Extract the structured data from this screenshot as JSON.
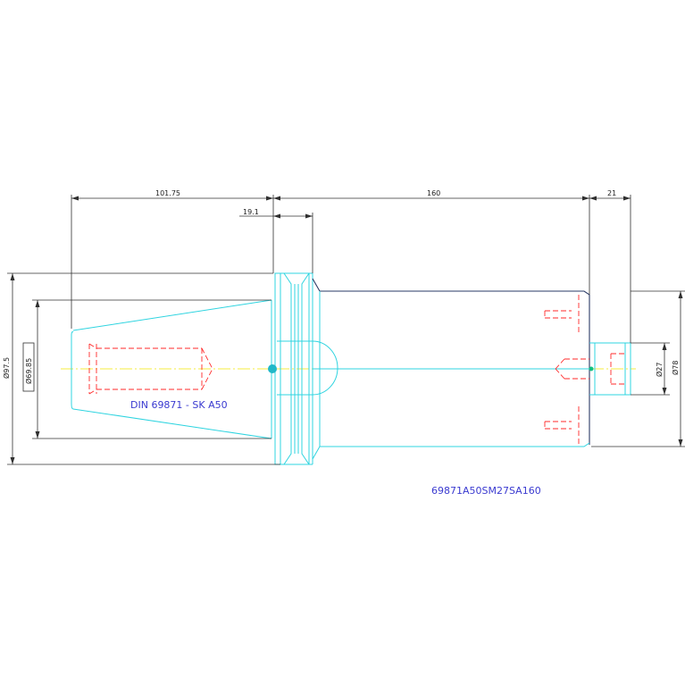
{
  "drawing": {
    "standard_label": "DIN 69871 - SK A50",
    "part_number": "69871A50SM27SA160",
    "dimensions": {
      "taper_length": "101.75",
      "body_length": "160",
      "pilot_length": "21",
      "flange_width": "19.1",
      "flange_diameter": "Ø97.5",
      "taper_diameter": "Ø69.85",
      "pilot_diameter": "Ø27",
      "body_diameter": "Ø78"
    },
    "colors": {
      "outline": "#2fd4e0",
      "hidden_lines": "#ff2a2a",
      "center_axis": "#f4e600",
      "dimension": "#303030",
      "label": "#3a3ad0"
    }
  }
}
